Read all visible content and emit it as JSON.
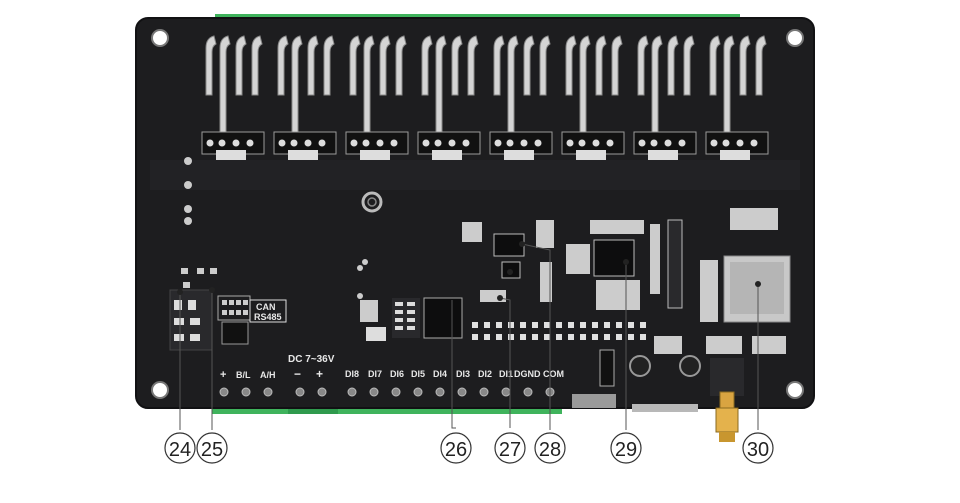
{
  "board": {
    "colors": {
      "pcb": "#1d1d1f",
      "pcb_edge": "#111113",
      "terminal_green": "#3fb35c",
      "copper_pad": "#c9c9c9",
      "silkscreen": "#e8e8e8",
      "callout_line": "#555555"
    },
    "silkscreen": {
      "comm_box": [
        "CAN",
        "RS485"
      ],
      "power_label": "DC 7~36V",
      "power_minus": "−",
      "power_plus": "+",
      "rs485_plus": "+",
      "rs485_b": "B/L",
      "rs485_a": "A/H",
      "di_labels": [
        "DI8",
        "DI7",
        "DI6",
        "DI5",
        "DI4",
        "DI3",
        "DI2",
        "DI1",
        "DGND",
        "COM"
      ]
    }
  },
  "callouts": [
    {
      "id": "c24",
      "label": "24"
    },
    {
      "id": "c25",
      "label": "25"
    },
    {
      "id": "c26",
      "label": "26"
    },
    {
      "id": "c27",
      "label": "27"
    },
    {
      "id": "c28",
      "label": "28"
    },
    {
      "id": "c29",
      "label": "29"
    },
    {
      "id": "c30",
      "label": "30"
    }
  ]
}
